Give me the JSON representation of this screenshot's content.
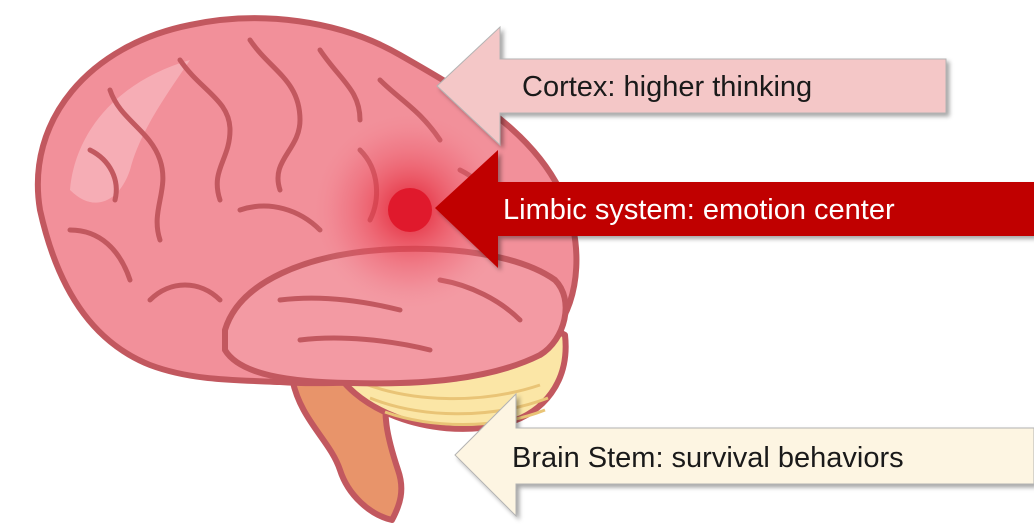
{
  "labels": {
    "cortex": "Cortex: higher thinking",
    "limbic": "Limbic system: emotion center",
    "brainstem": "Brain Stem: survival behaviors"
  },
  "colors": {
    "cortex_fill": "#f4c7c7",
    "limbic_fill": "#c00000",
    "brainstem_fill": "#fdf5e2",
    "cortex_text": "#1a1a1a",
    "limbic_text": "#ffffff",
    "brainstem_text": "#1a1a1a",
    "brain_fill": "#f2909a",
    "brain_outline": "#c2585f",
    "cerebellum_fill": "#fbe6a6",
    "stem_fill": "#e8946a"
  },
  "icons": {
    "brain": "brain-illustration"
  }
}
